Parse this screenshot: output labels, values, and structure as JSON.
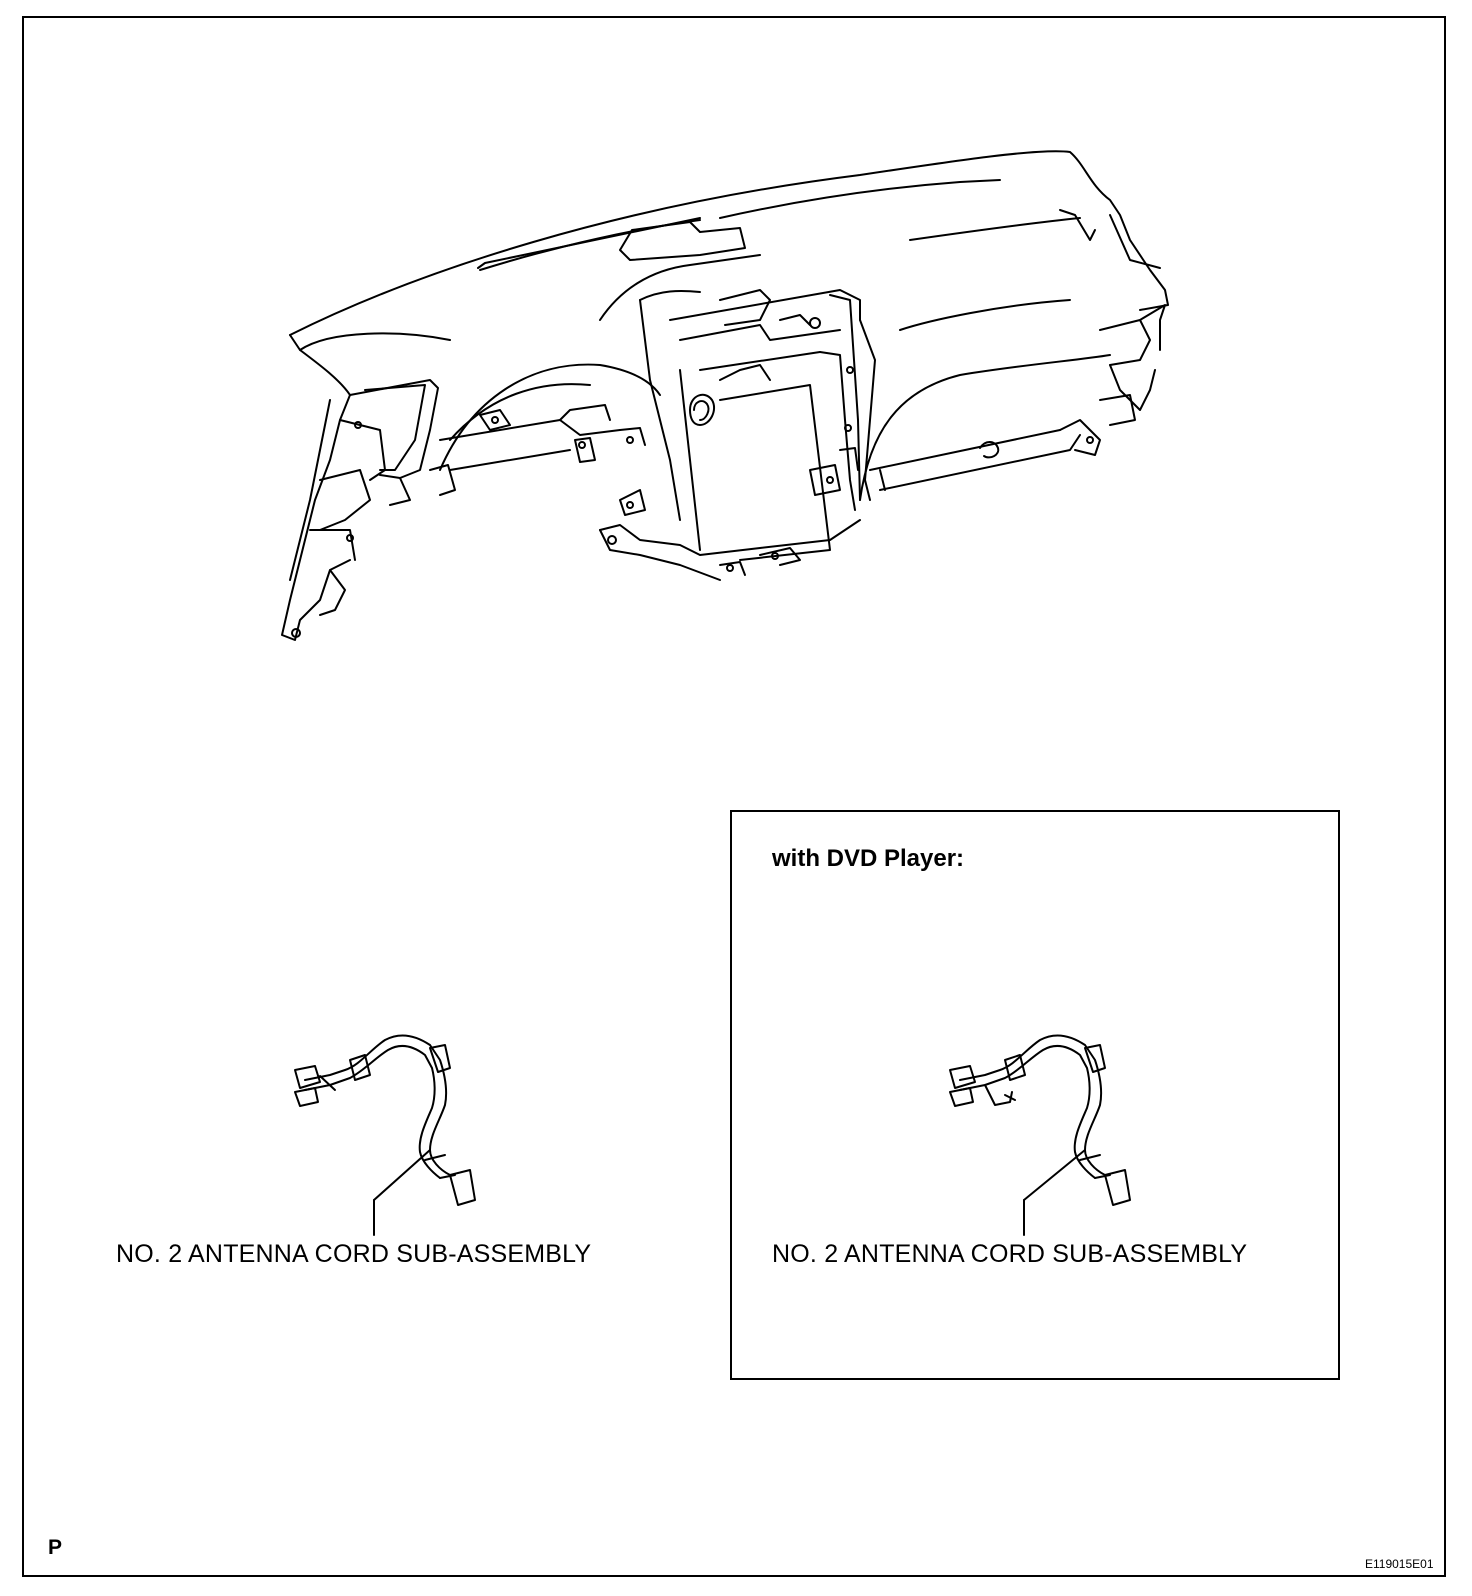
{
  "dashboard": {
    "illustration": "instrument-panel-assembly"
  },
  "left_part": {
    "label": "NO. 2 ANTENNA CORD SUB-ASSEMBLY"
  },
  "inset": {
    "title": "with DVD Player:",
    "label": "NO. 2 ANTENNA CORD SUB-ASSEMBLY"
  },
  "footer": {
    "page_code": "P",
    "figure_id": "E119015E01"
  }
}
